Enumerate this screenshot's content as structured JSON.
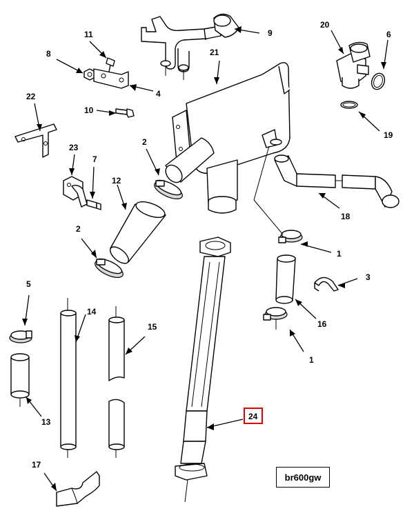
{
  "labels": {
    "p1a": "1",
    "p1b": "1",
    "p2a": "2",
    "p2b": "2",
    "p3": "3",
    "p4": "4",
    "p5": "5",
    "p6": "6",
    "p7": "7",
    "p8": "8",
    "p9": "9",
    "p10": "10",
    "p11": "11",
    "p12": "12",
    "p13": "13",
    "p14": "14",
    "p15": "15",
    "p16": "16",
    "p17": "17",
    "p18": "18",
    "p19": "19",
    "p20": "20",
    "p21": "21",
    "p22": "22",
    "p23": "23",
    "p24": "24"
  },
  "reference_code": "br600gw",
  "highlight": {
    "part": "24",
    "color": "#e00000"
  }
}
